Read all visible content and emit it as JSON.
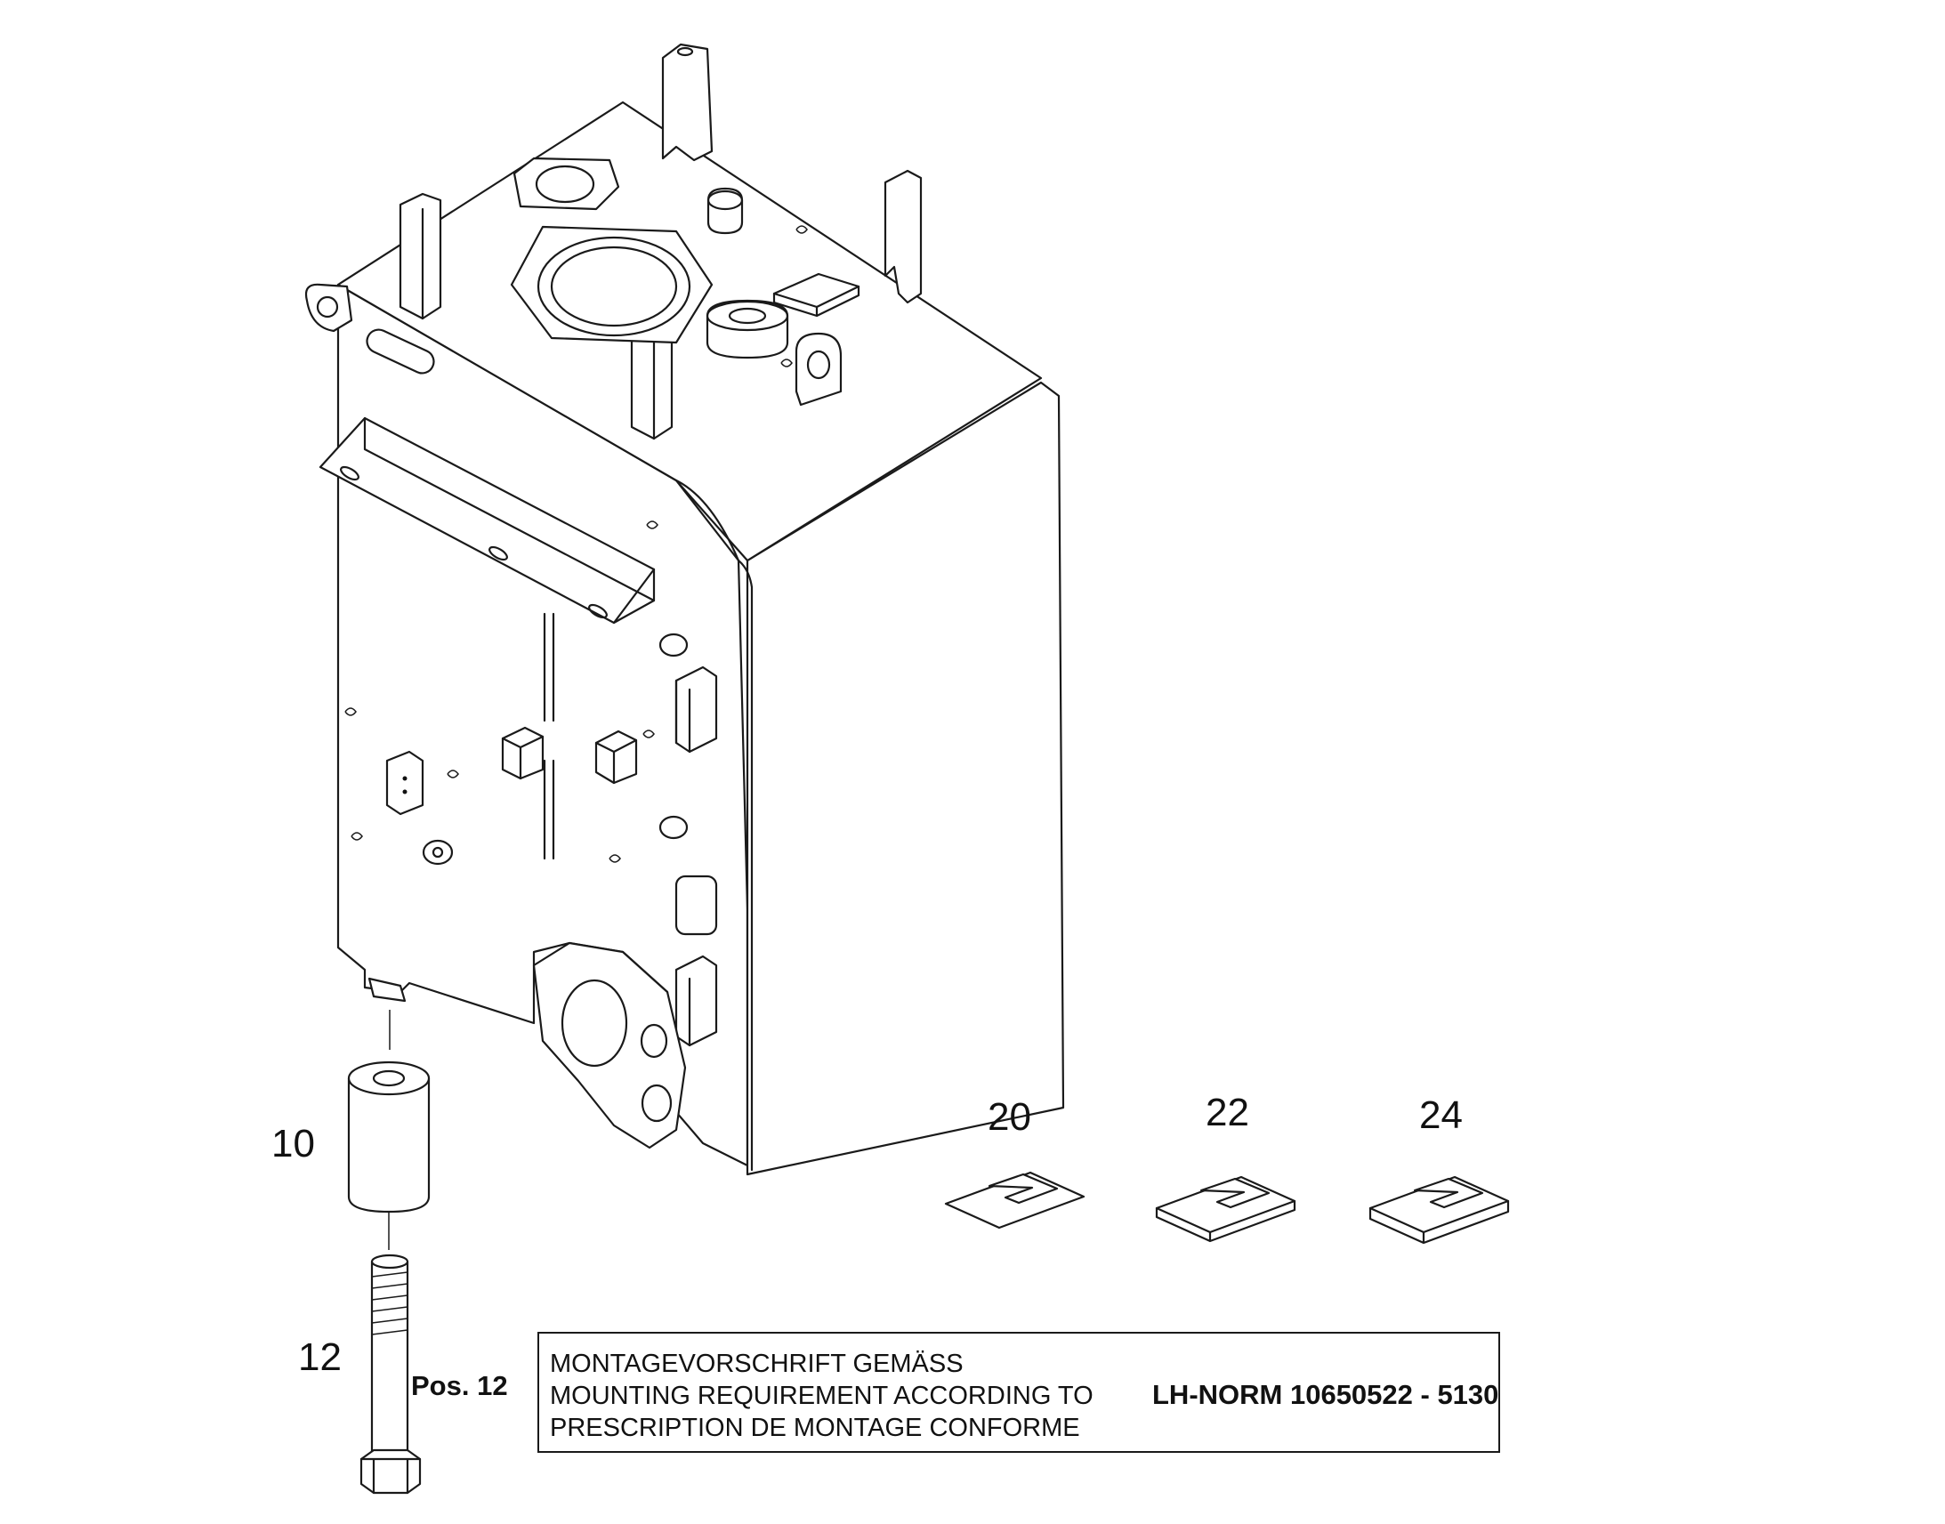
{
  "callouts": {
    "spacer": "10",
    "bolt": "12",
    "shim_a": "20",
    "shim_b": "22",
    "shim_c": "24"
  },
  "note": {
    "pos_label": "Pos. 12",
    "line_de": "MONTAGEVORSCHRIFT GEMÄSS",
    "line_en": "MOUNTING REQUIREMENT ACCORDING TO",
    "line_fr": "PRESCRIPTION DE MONTAGE CONFORME",
    "norm": "LH-NORM 10650522 - 5130"
  }
}
